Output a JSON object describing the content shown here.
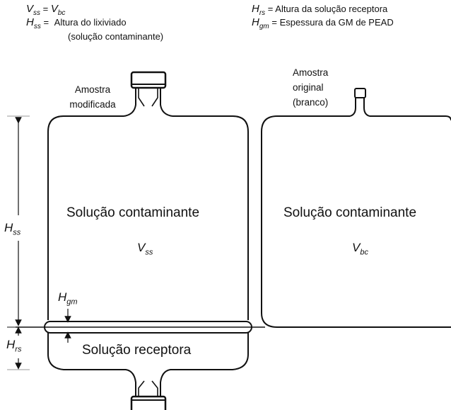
{
  "legend": {
    "l1": {
      "sym": "V",
      "sub": "ss",
      "eq": " = ",
      "sym2": "V",
      "sub2": "bc"
    },
    "l2": {
      "sym": "H",
      "sub": "ss",
      "eq": " = ",
      "text": "Altura do lixiviado",
      "text2": "(solução contaminante)"
    },
    "r1": {
      "sym": "H",
      "sub": "rs",
      "eq": " = ",
      "text": "Altura da solução receptora"
    },
    "r2": {
      "sym": "H",
      "sub": "gm",
      "eq": " = ",
      "text": "Espessura da GM de PEAD"
    }
  },
  "left_cell": {
    "port_label_1": "Amostra",
    "port_label_2": "modificada",
    "main_label": "Solução contaminante",
    "var_sym": "V",
    "var_sub": "ss",
    "bottom_label": "Solução receptora"
  },
  "right_cell": {
    "port_label_1": "Amostra",
    "port_label_2": "original",
    "port_label_3": "(branco)",
    "main_label": "Solução contaminante",
    "var_sym": "V",
    "var_sub": "bc"
  },
  "dims": {
    "hss": {
      "sym": "H",
      "sub": "ss"
    },
    "hrs": {
      "sym": "H",
      "sub": "rs"
    },
    "hgm": {
      "sym": "H",
      "sub": "gm"
    }
  }
}
